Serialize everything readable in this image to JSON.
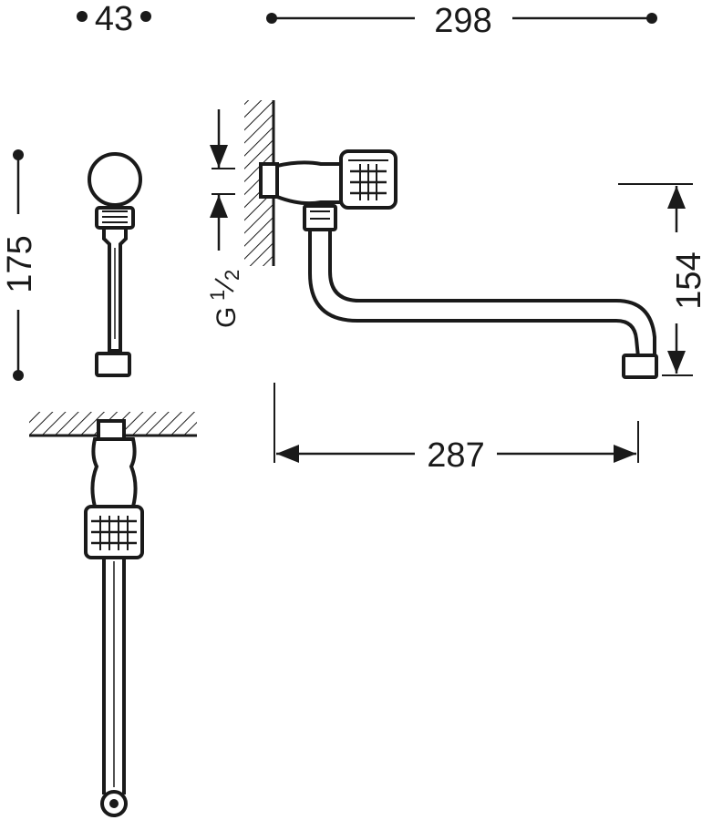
{
  "dimensions": {
    "top_small": "43",
    "top_large": "298",
    "left_height": "175",
    "spout_height": "154",
    "spout_length": "287"
  },
  "thread": {
    "letter": "G",
    "fraction_num": "1",
    "fraction_den": "2"
  },
  "colors": {
    "line": "#1a1a1a",
    "background": "#ffffff"
  }
}
